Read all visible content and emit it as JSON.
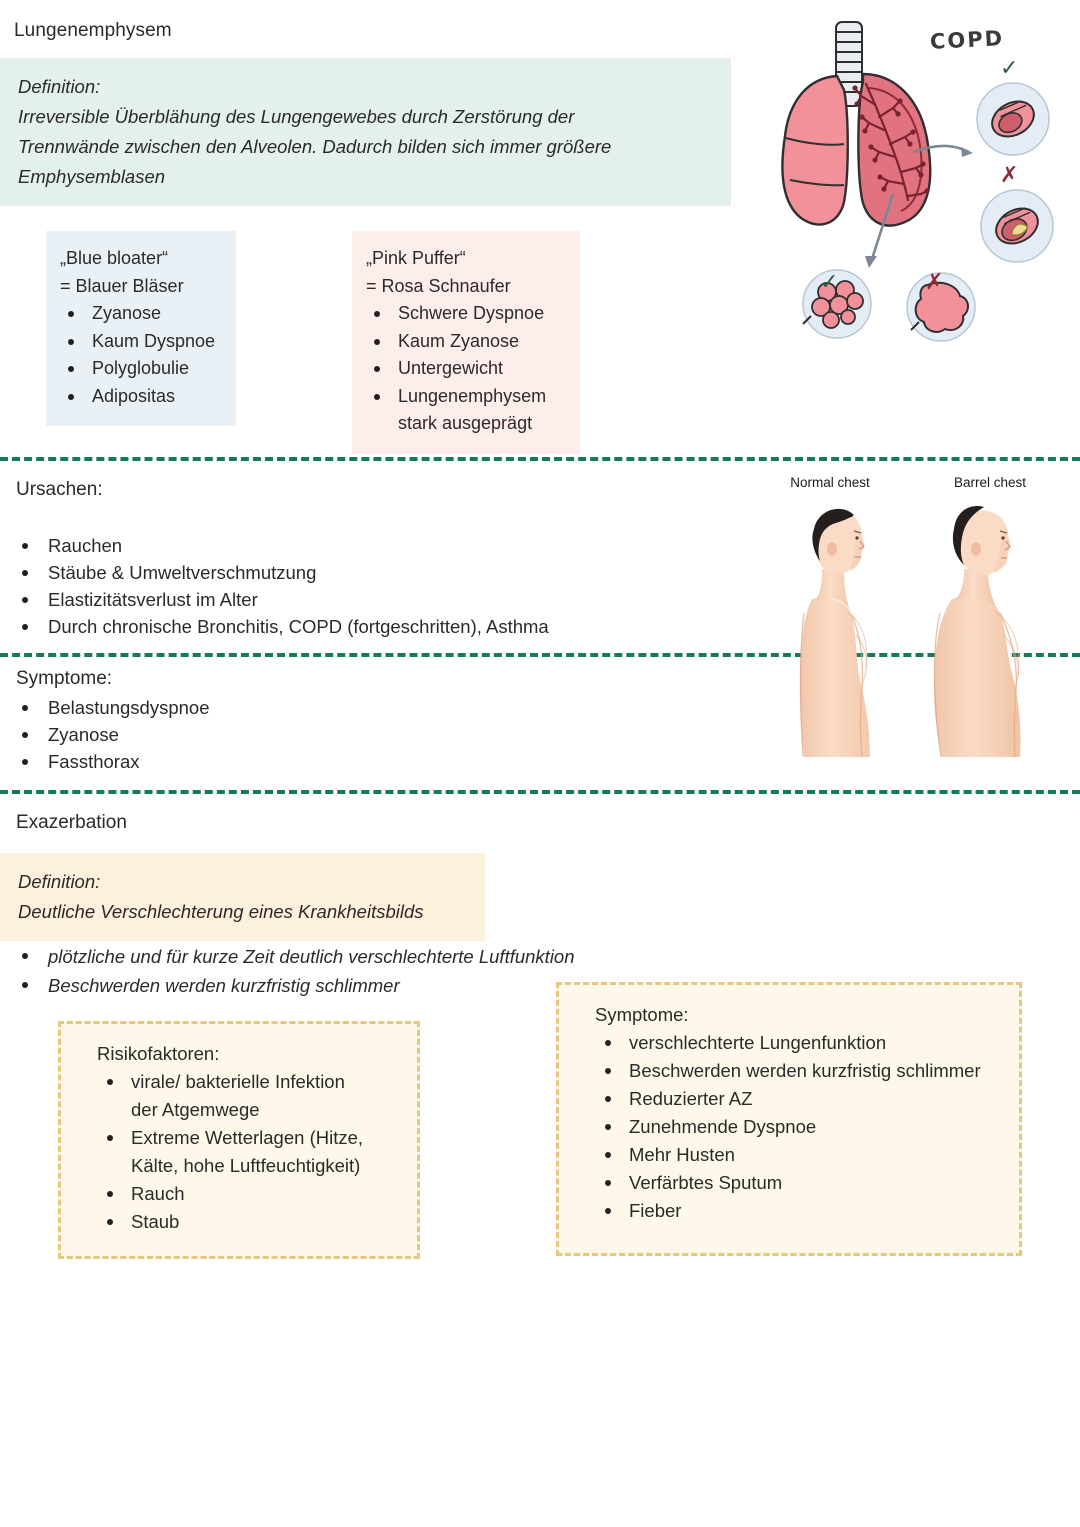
{
  "page": {
    "title": "Lungenemphysem",
    "section2_title": "Exazerbation"
  },
  "definition_lungenemphysem": {
    "label": "Definition:",
    "line1": "Irreversible Überblähung des Lungengewebes durch Zerstörung der",
    "line2": "Trennwände zwischen den Alveolen. Dadurch bilden sich immer größere",
    "line3": "Emphysemblasen",
    "bg_color": "#e4f0ea"
  },
  "blue_bloater": {
    "heading": "„Blue bloater“",
    "subheading": "= Blauer Bläser",
    "items": [
      "Zyanose",
      "Kaum Dyspnoe",
      "Polyglobulie",
      "Adipositas"
    ],
    "bg_color": "#eaf1f6"
  },
  "pink_puffer": {
    "heading": "„Pink Puffer“",
    "subheading": "= Rosa Schnaufer",
    "items": [
      "Schwere Dyspnoe",
      "Kaum Zyanose",
      "Untergewicht",
      "Lungenemphysem"
    ],
    "last_item_wrap": "stark ausgeprägt",
    "bg_color": "#fdeeec"
  },
  "ursachen": {
    "label": "Ursachen:",
    "items": [
      "Rauchen",
      "Stäube & Umweltverschmutzung",
      "Elastizitätsverlust im Alter",
      "Durch chronische Bronchitis, COPD (fortgeschritten), Asthma"
    ]
  },
  "symptome_emphysem": {
    "label": "Symptome:",
    "items": [
      "Belastungsdyspnoe",
      "Zyanose",
      "Fassthorax"
    ]
  },
  "definition_exazerbation": {
    "label": "Definition:",
    "line1": "Deutliche Verschlechterung eines Krankheitsbilds",
    "bg_color": "#fdf0dc"
  },
  "exazerbation_bullets": {
    "items": [
      "plötzliche und für kurze Zeit deutlich verschlechterte Luftfunktion",
      "Beschwerden werden kurzfristig schlimmer"
    ]
  },
  "risikofaktoren": {
    "label": "Risikofaktoren:",
    "items": [
      {
        "line1": "virale/ bakterielle Infektion",
        "line2": "der Atgemwege"
      },
      {
        "line1": "Extreme Wetterlagen (Hitze,",
        "line2": "Kälte, hohe Luftfeuchtigkeit)"
      },
      {
        "line1": "Rauch",
        "line2": ""
      },
      {
        "line1": "Staub",
        "line2": ""
      }
    ],
    "bg_color": "#fdf8ea",
    "border_color": "#e4c87e"
  },
  "symptome_exazerbation": {
    "label": "Symptome:",
    "items": [
      "verschlechterte Lungenfunktion",
      "Beschwerden werden kurzfristig schlimmer",
      "Reduzierter AZ",
      "Zunehmende Dyspnoe",
      "Mehr Husten",
      "Verfärbtes Sputum",
      "Fieber"
    ],
    "bg_color": "#fdf8ea",
    "border_color": "#e4c87e"
  },
  "illustration_copd": {
    "word": "COPD",
    "check_mark": "✓",
    "cross_mark": "✗"
  },
  "illustration_chest": {
    "caption_left": "Normal chest",
    "caption_right": "Barrel chest"
  },
  "separators": {
    "color": "#127a5d"
  }
}
